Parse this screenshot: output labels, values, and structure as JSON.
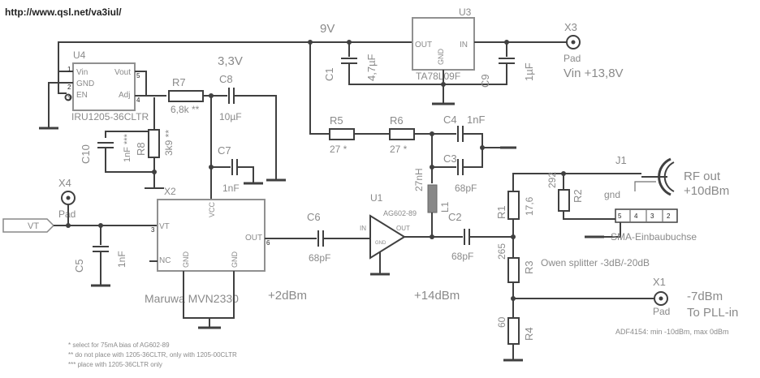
{
  "header": {
    "url": "http://www.qsl.net/va3iul/"
  },
  "rails": {
    "v9": "9V",
    "v33": "3,3V"
  },
  "u3": {
    "ref": "U3",
    "part": "TA78L09F",
    "out": "OUT",
    "in": "IN",
    "gnd": "GND"
  },
  "u4": {
    "ref": "U4",
    "part": "IRU1205-36CLTR",
    "vin": "Vin",
    "gnd": "GND",
    "en": "EN",
    "vout": "Vout",
    "adj": "Adj"
  },
  "x3": {
    "ref": "X3",
    "pad": "Pad",
    "label": "Vin +13,8V"
  },
  "x4": {
    "ref": "X4",
    "pad": "Pad",
    "net": "VT"
  },
  "x2": {
    "ref": "X2",
    "part": "Maruwa MVN2330",
    "vt": "VT",
    "vcc": "VCC",
    "out": "OUT",
    "nc": "NC",
    "gnd": "GND"
  },
  "u1": {
    "ref": "U1",
    "part": "AG602-89",
    "in": "IN",
    "out": "OUT",
    "gnd": "GND"
  },
  "j1": {
    "ref": "J1",
    "gnd": "gnd",
    "part": "SMA-Einbaubuchse",
    "label1": "RF out",
    "label2": "+10dBm"
  },
  "x1": {
    "ref": "X1",
    "pad": "Pad",
    "label1": "-7dBm",
    "label2": "To PLL-in",
    "note": "ADF4154: min -10dBm, max 0dBm"
  },
  "components": {
    "c1": {
      "ref": "C1",
      "val": "4,7µF"
    },
    "c9": {
      "ref": "C9",
      "val": "1µF"
    },
    "c8": {
      "ref": "C8",
      "val": "10µF"
    },
    "r7": {
      "ref": "R7",
      "val": "6,8k **"
    },
    "c10": {
      "ref": "C10",
      "val": "1nF ***"
    },
    "r8": {
      "ref": "R8",
      "val": "3k9 **"
    },
    "c7": {
      "ref": "C7",
      "val": "1nF"
    },
    "c5": {
      "ref": "C5",
      "val": "1nF"
    },
    "r5": {
      "ref": "R5",
      "val": "27 *"
    },
    "r6": {
      "ref": "R6",
      "val": "27 *"
    },
    "c4": {
      "ref": "C4",
      "val": "1nF"
    },
    "c3": {
      "ref": "C3",
      "val": "68pF"
    },
    "l1": {
      "ref": "L1",
      "val": "27nH"
    },
    "c6": {
      "ref": "C6",
      "val": "68pF"
    },
    "c2": {
      "ref": "C2",
      "val": "68pF"
    },
    "r1": {
      "ref": "R1",
      "val": "17,6"
    },
    "r2": {
      "ref": "R2",
      "val": "292"
    },
    "r3": {
      "ref": "R3",
      "val": "265"
    },
    "r4": {
      "ref": "R4",
      "val": "60"
    }
  },
  "levels": {
    "mixer": "+2dBm",
    "amp": "+14dBm"
  },
  "splitter": "Owen splitter -3dB/-20dB",
  "notes": [
    "* select for 75mA bias of AG602-89",
    "** do not place with 1205-36CLTR, only with 1205-00CLTR",
    "*** place with 1205-36CLTR only"
  ]
}
